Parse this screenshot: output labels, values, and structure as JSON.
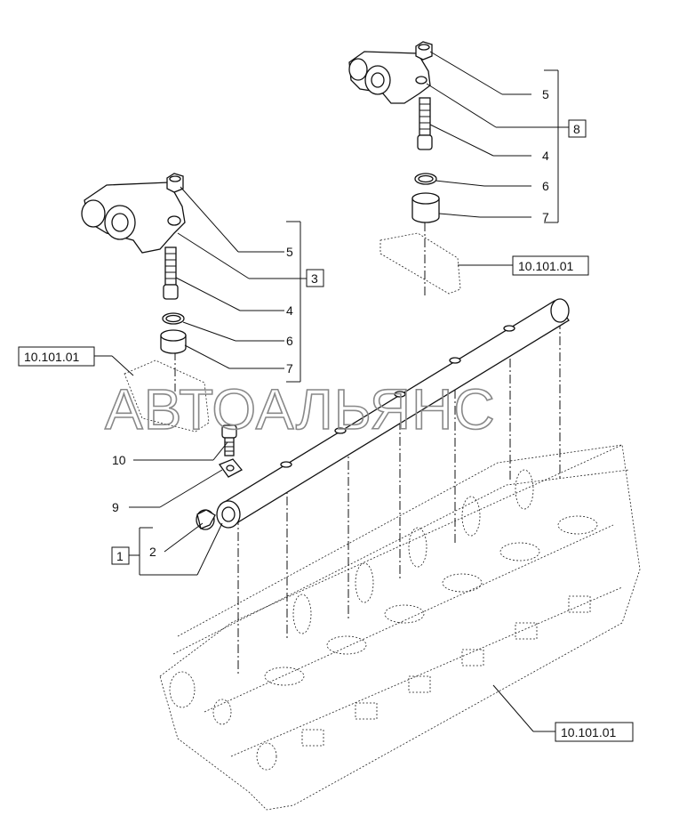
{
  "watermark": "АВТОАЛЬЯНС",
  "labels": {
    "a5": "5",
    "a3": "3",
    "a4": "4",
    "a6": "6",
    "a7": "7",
    "b5": "5",
    "b8": "8",
    "b4": "4",
    "b6": "6",
    "b7": "7",
    "p10": "10",
    "p9": "9",
    "p1": "1",
    "p2": "2"
  },
  "refs": {
    "left": "10.101.01",
    "upper_right": "10.101.01",
    "lower_right": "10.101.01"
  }
}
